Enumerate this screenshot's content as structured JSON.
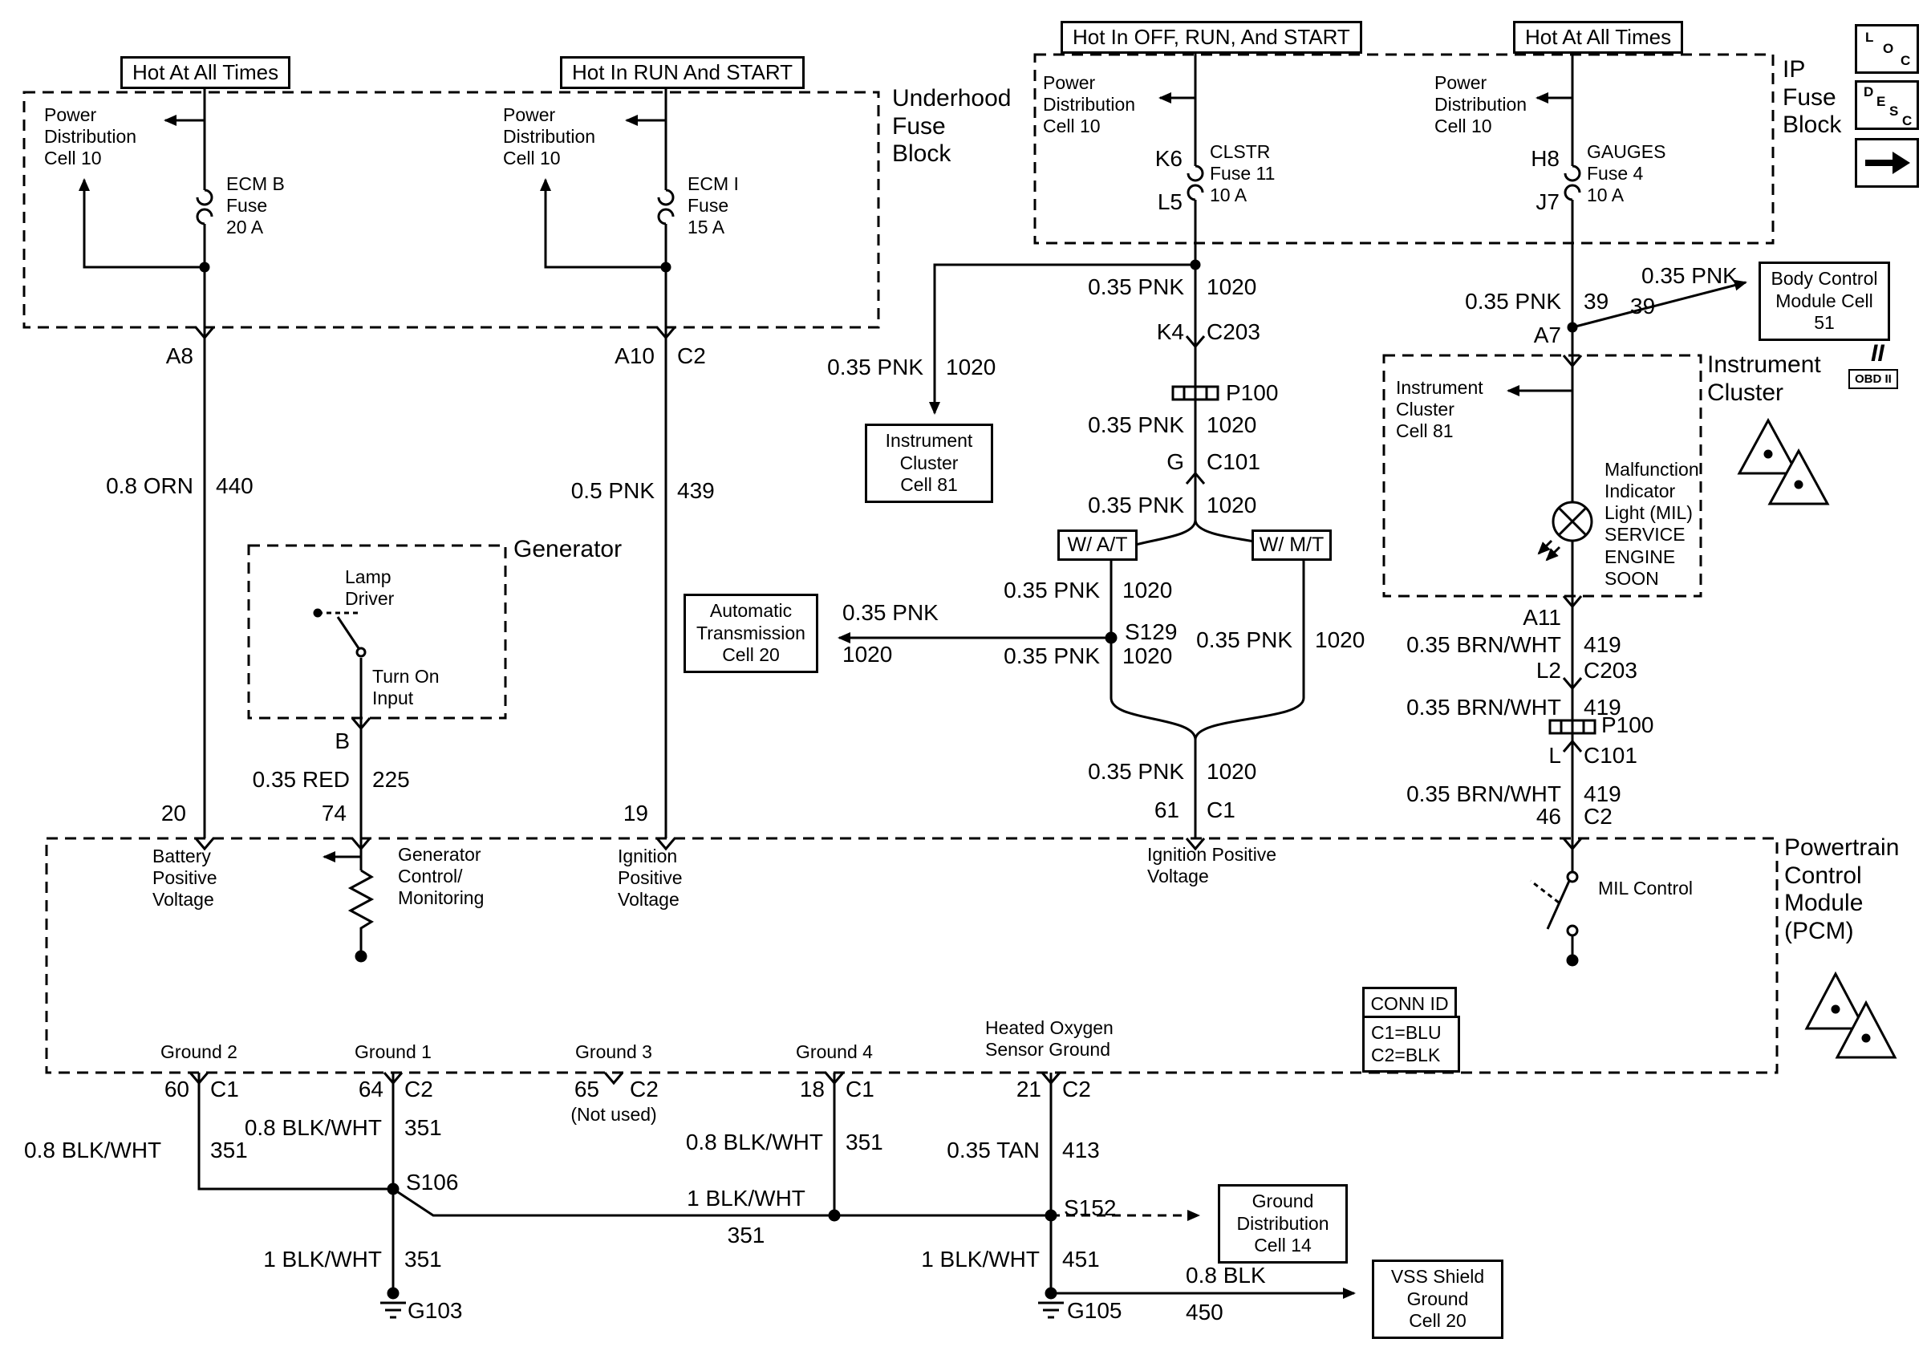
{
  "tags": {
    "hot1": "Hot At All Times",
    "hot2": "Hot In RUN And START",
    "hot3": "Hot In OFF, RUN, And START",
    "hot4": "Hot At All Times"
  },
  "titles": {
    "underhood": "Underhood\nFuse\nBlock",
    "ip": "IP\nFuse\nBlock",
    "generator": "Generator",
    "cluster": "Instrument\nCluster",
    "pcm": "Powertrain\nControl\nModule\n(PCM)",
    "obd2": "OBD II",
    "obd2_roman": "II"
  },
  "nav": {
    "loc": [
      "L",
      "O",
      "C"
    ],
    "desc": [
      "D",
      "E",
      "S",
      "C"
    ]
  },
  "feeds": {
    "pd1": "Power\nDistribution\nCell 10",
    "pd2": "Power\nDistribution\nCell 10",
    "pd3": "Power\nDistribution\nCell 10",
    "pd4": "Power\nDistribution\nCell 10"
  },
  "fuses": {
    "ecmb": "ECM B\nFuse\n20 A",
    "ecmi": "ECM I\nFuse\n15 A",
    "clstr": "CLSTR\nFuse 11\n10 A",
    "gauges": "GAUGES\nFuse 4\n10 A",
    "k6": "K6",
    "l5": "L5",
    "h8": "H8",
    "j7": "J7"
  },
  "pins": {
    "a8": "A8",
    "a10": "A10",
    "a10c": "C2",
    "b": "B",
    "p20": "20",
    "p74": "74",
    "p19": "19",
    "k4": "K4",
    "k4c": "C203",
    "g": "G",
    "gc": "C101",
    "p61": "61",
    "p61c": "C1",
    "a7": "A7",
    "a11": "A11",
    "l2": "L2",
    "l2c": "C203",
    "l": "L",
    "lc": "C101",
    "p46": "46",
    "p46c": "C2",
    "g60": "60",
    "g60c": "C1",
    "g64": "64",
    "g64c": "C2",
    "g65": "65",
    "g65c": "C2",
    "g18": "18",
    "g18c": "C1",
    "g21": "21",
    "g21c": "C2"
  },
  "wires": {
    "orn": {
      "g": "0.8 ORN",
      "c": "440"
    },
    "pnk439": {
      "g": "0.5 PNK",
      "c": "439"
    },
    "red": {
      "g": "0.35 RED",
      "c": "225"
    },
    "pnk1": {
      "g": "0.35 PNK",
      "c": "1020"
    },
    "pnkbr": {
      "g": "0.35 PNK",
      "c": "1020"
    },
    "pnk2": {
      "g": "0.35 PNK",
      "c": "1020"
    },
    "pnk3": {
      "g": "0.35 PNK",
      "c": "1020"
    },
    "pnkat1": {
      "g": "0.35 PNK",
      "c": "1020"
    },
    "pnkat2": {
      "g": "0.35 PNK",
      "c": "1020"
    },
    "pnkmt": {
      "g": "0.35 PNK",
      "c": "1020"
    },
    "pnkarm": {
      "g": "0.35 PNK",
      "c": "1020"
    },
    "pnk4": {
      "g": "0.35 PNK",
      "c": "1020"
    },
    "pnk39a": {
      "g": "0.35 PNK",
      "c": "39"
    },
    "pnk39b": {
      "g": "0.35 PNK",
      "c": "39"
    },
    "brn1": {
      "g": "0.35 BRN/WHT",
      "c": "419"
    },
    "brn2": {
      "g": "0.35 BRN/WHT",
      "c": "419"
    },
    "brn3": {
      "g": "0.35 BRN/WHT",
      "c": "419"
    },
    "g2w": {
      "g": "0.8 BLK/WHT",
      "c": "351"
    },
    "g1w": {
      "g": "0.8 BLK/WHT",
      "c": "351"
    },
    "g4w": {
      "g": "0.8 BLK/WHT",
      "c": "351"
    },
    "tanw": {
      "g": "0.35 TAN",
      "c": "413"
    },
    "sw": {
      "g": "1 BLK/WHT",
      "c": "351"
    },
    "g103w": {
      "g": "1 BLK/WHT",
      "c": "351"
    },
    "g105w": {
      "g": "1 BLK/WHT",
      "c": "451"
    },
    "vssw": {
      "g": "0.8 BLK",
      "c": "450"
    }
  },
  "nodes": {
    "s129": "S129",
    "s106": "S106",
    "s152": "S152",
    "g103": "G103",
    "g105": "G105",
    "p100a": "P100",
    "p100b": "P100"
  },
  "refs": {
    "ic81": "Instrument\nCluster\nCell 81",
    "at20": "Automatic\nTransmission\nCell 20",
    "bcm51": "Body Control\nModule Cell 51",
    "gd14": "Ground\nDistribution\nCell 14",
    "vss20": "VSS Shield\nGround\nCell 20",
    "connid": "CONN ID",
    "connmap": "C1=BLU\nC2=BLK"
  },
  "cluster": {
    "feed": "Instrument\nCluster\nCell 81",
    "mil": "Malfunction\nIndicator\nLight (MIL)\nSERVICE\nENGINE\nSOON"
  },
  "generator": {
    "lamp": "Lamp\nDriver",
    "turnon": "Turn On\nInput"
  },
  "pcm": {
    "batt": "Battery\nPositive\nVoltage",
    "genctl": "Generator\nControl/\nMonitoring",
    "ign1": "Ignition\nPositive\nVoltage",
    "ign2": "Ignition Positive\nVoltage",
    "milctl": "MIL Control",
    "ground2": "Ground 2",
    "ground1": "Ground 1",
    "ground3": "Ground 3",
    "notused": "(Not used)",
    "ground4": "Ground 4",
    "hosg": "Heated Oxygen\nSensor Ground"
  },
  "variants": {
    "at": "W/ A/T",
    "mt": "W/ M/T"
  }
}
